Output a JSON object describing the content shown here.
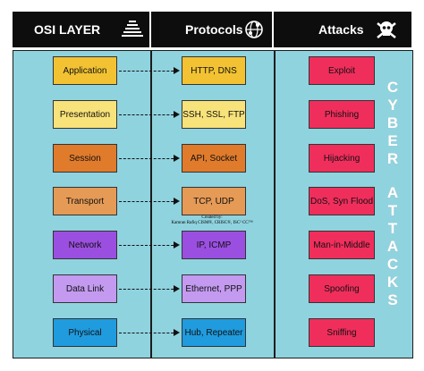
{
  "headers": {
    "osi": "OSI LAYER",
    "protocols": "Protocols",
    "attacks": "Attacks"
  },
  "layers": [
    {
      "name": "Application",
      "protocol": "HTTP, DNS",
      "attack": "Exploit",
      "color": "#f2c233",
      "protocol_color": "#f2c233"
    },
    {
      "name": "Presentation",
      "protocol": "SSH, SSL, FTP",
      "attack": "Phishing",
      "color": "#f8e27a",
      "protocol_color": "#f8e27a"
    },
    {
      "name": "Session",
      "protocol": "API, Socket",
      "attack": "Hijacking",
      "color": "#e07b2c",
      "protocol_color": "#e07b2c"
    },
    {
      "name": "Transport",
      "protocol": "TCP, UDP",
      "attack": "DoS, Syn Flood",
      "color": "#e59a56",
      "protocol_color": "#e59a56"
    },
    {
      "name": "Network",
      "protocol": "IP, ICMP",
      "attack": "Man-in-Middle",
      "color": "#9b4fe0",
      "protocol_color": "#9b4fe0"
    },
    {
      "name": "Data Link",
      "protocol": "Ethernet, PPP",
      "attack": "Spoofing",
      "color": "#c39af0",
      "protocol_color": "#c39af0"
    },
    {
      "name": "Physical",
      "protocol": "Hub, Repeater",
      "attack": "Sniffing",
      "color": "#1f9bde",
      "protocol_color": "#1f9bde"
    }
  ],
  "attack_color": "#f02e5c",
  "credit": {
    "line1": "Created by:",
    "line2": "Kamran Rafiq CISM®, CRISC®, ISC² CC™"
  },
  "side_text": {
    "word1": "CYBER",
    "word2": "ATTACKS"
  },
  "icons": {
    "osi": "stacked-layers-icon",
    "protocols": "globe-network-icon",
    "attacks": "skull-crossbones-icon"
  }
}
